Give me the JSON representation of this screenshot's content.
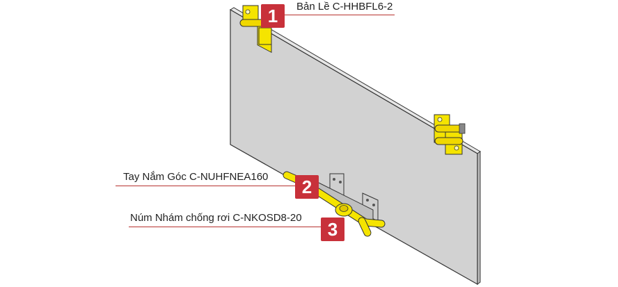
{
  "callouts": [
    {
      "number": "1",
      "label": "Bản Lề C-HHBFL6-2"
    },
    {
      "number": "2",
      "label": "Tay Nắm Góc C-NUHFNEA160"
    },
    {
      "number": "3",
      "label": "Núm Nhám chống rơi C-NKOSD8-20"
    }
  ],
  "colors": {
    "badge": "#c8313a",
    "leader_line": "#b7312e",
    "panel": "#d2d2d2",
    "hardware": "#f5e400"
  }
}
